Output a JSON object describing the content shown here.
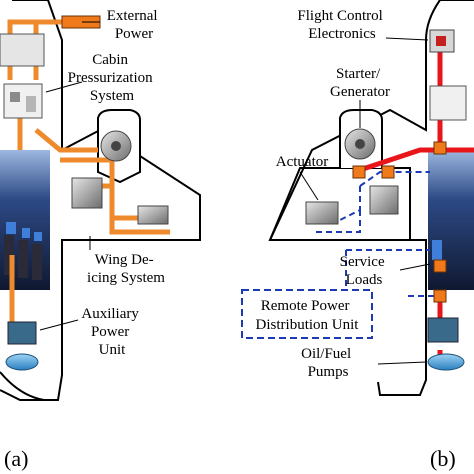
{
  "panel_a": {
    "label": "(a)",
    "external_power": [
      "External",
      "Power"
    ],
    "cabin_pressurization": [
      "Cabin",
      "Pressurization",
      "System"
    ],
    "wing_deicing": [
      "Wing De-",
      "icing System"
    ],
    "auxiliary_power_unit": [
      "Auxiliary",
      "Power",
      "Unit"
    ]
  },
  "panel_b": {
    "label": "(b)",
    "flight_control": [
      "Flight Control",
      "Electronics"
    ],
    "starter_generator": [
      "Starter/",
      "Generator"
    ],
    "actuator": "Actuator",
    "service_loads": [
      "Service",
      "Loads"
    ],
    "remote_power_distribution": [
      "Remote Power",
      "Distribution Unit"
    ],
    "oil_fuel_pumps": [
      "Oil/Fuel",
      "Pumps"
    ]
  },
  "colors": {
    "pneumatic_line": "#ee8a2c",
    "electric_bus": "#e8151b",
    "dashed_link": "#1c3ab5",
    "node": "#f07a1a",
    "cabin": "#1b2c57"
  }
}
